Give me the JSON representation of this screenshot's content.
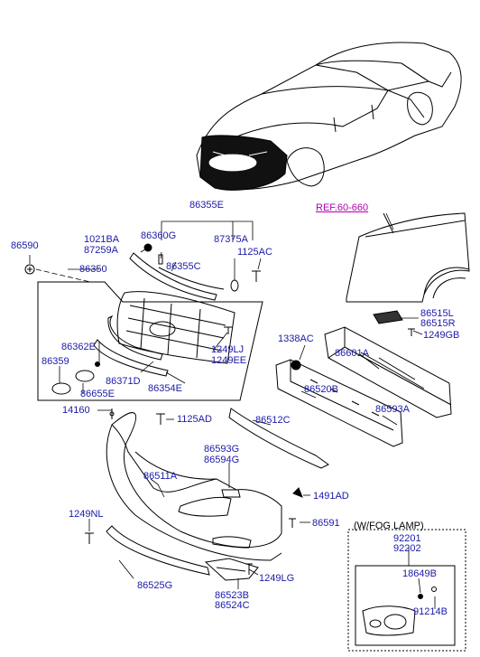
{
  "ref_label": "REF.60-660",
  "fog_lamp_title": "(W/FOG LAMP)",
  "colors": {
    "label": "#1a1aa8",
    "ref": "#b000b0",
    "line": "#000000"
  },
  "parts": {
    "p86355E": "86355E",
    "p1021BA": "1021BA",
    "p87259A": "87259A",
    "p86360G": "86360G",
    "p87375A": "87375A",
    "p1125AC": "1125AC",
    "p86590": "86590",
    "p86350": "86350",
    "p86355C": "86355C",
    "p86362E": "86362E",
    "p86359": "86359",
    "p86655E": "86655E",
    "p86371D": "86371D",
    "p86354E": "86354E",
    "p1249LJ": "1249LJ",
    "p1249EE": "1249EE",
    "p1338AC": "1338AC",
    "p86601A": "86601A",
    "p86515L": "86515L",
    "p86515R": "86515R",
    "p1249GB": "1249GB",
    "p86520B": "86520B",
    "p86593A": "86593A",
    "p14160": "14160",
    "p1125AD": "1125AD",
    "p86512C": "86512C",
    "p86593G": "86593G",
    "p86594G": "86594G",
    "p86511A": "86511A",
    "p1491AD": "1491AD",
    "p1249NL": "1249NL",
    "p86591": "86591",
    "p92201": "92201",
    "p92202": "92202",
    "p18649B": "18649B",
    "p91214B": "91214B",
    "p86525G": "86525G",
    "p86523B": "86523B",
    "p86524C": "86524C",
    "p1249LG": "1249LG"
  }
}
